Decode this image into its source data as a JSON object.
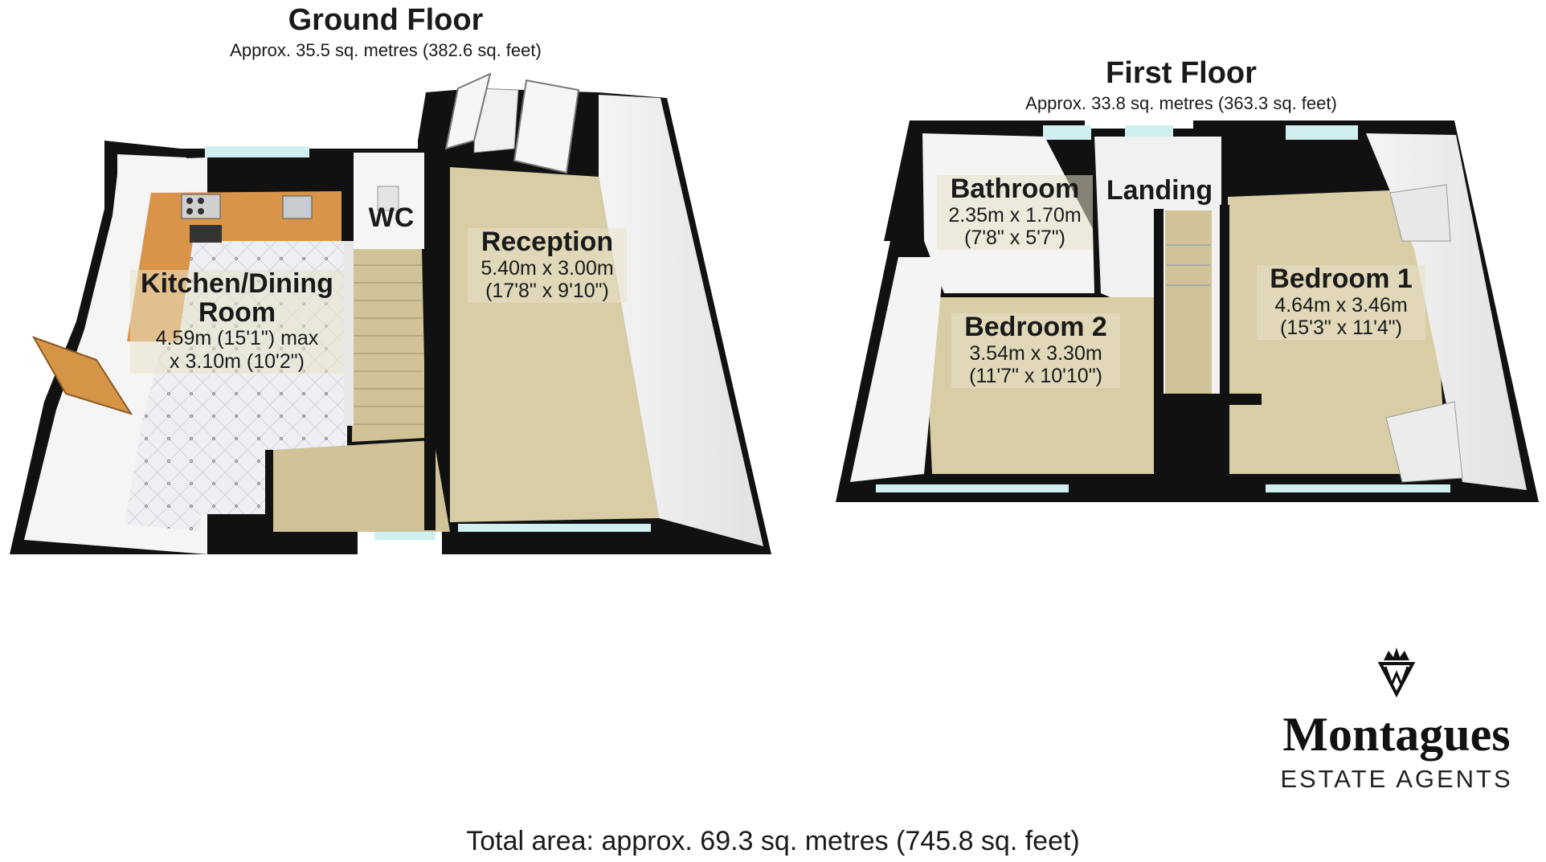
{
  "ground_floor": {
    "title": "Ground Floor",
    "area": "Approx. 35.5 sq. metres (382.6 sq. feet)",
    "rooms": {
      "kitchen": {
        "name_line1": "Kitchen/Dining",
        "name_line2": "Room",
        "dim1": "4.59m (15'1\") max",
        "dim2": "x 3.10m (10'2\")"
      },
      "wc": {
        "name": "WC"
      },
      "reception": {
        "name": "Reception",
        "dim1": "5.40m x 3.00m",
        "dim2": "(17'8\" x 9'10\")"
      }
    }
  },
  "first_floor": {
    "title": "First Floor",
    "area": "Approx. 33.8 sq. metres (363.3 sq. feet)",
    "rooms": {
      "bathroom": {
        "name": "Bathroom",
        "dim1": "2.35m x 1.70m",
        "dim2": "(7'8\" x 5'7\")"
      },
      "landing": {
        "name": "Landing"
      },
      "bedroom1": {
        "name": "Bedroom 1",
        "dim1": "4.64m x 3.46m",
        "dim2": "(15'3\" x 11'4\")"
      },
      "bedroom2": {
        "name": "Bedroom 2",
        "dim1": "3.54m x 3.30m",
        "dim2": "(11'7\" x 10'10\")"
      }
    }
  },
  "brand": {
    "name": "Montagues",
    "tagline": "ESTATE AGENTS"
  },
  "total_area": "Total area: approx. 69.3 sq. metres (745.8 sq. feet)",
  "colors": {
    "wall": "#111111",
    "carpet": "#d8cda4",
    "tile": "#ecedf0",
    "worktop": "#d9944a",
    "window": "#cfeff0"
  }
}
